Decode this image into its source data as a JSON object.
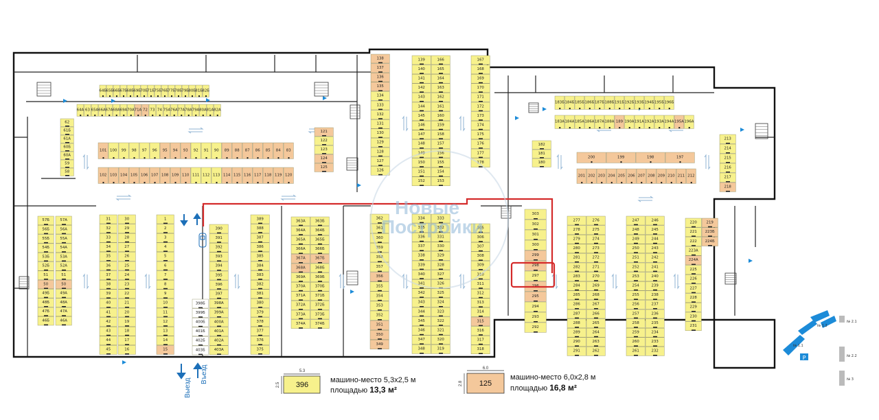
{
  "colors": {
    "small_spot": "#f7f18c",
    "large_spot": "#f4c89b",
    "wall": "#111111",
    "arrow": "#8fb3d3",
    "marker": "#1c8bd8",
    "highlight": "#d42a2a"
  },
  "entry_exit": {
    "exit": "Выезд",
    "entry": "Въезд"
  },
  "legend": {
    "small": {
      "width": "5.3",
      "depth": "2.5",
      "sample": "396",
      "desc": "машино-место 5,3х2,5 м",
      "area_prefix": "площадью",
      "area": "13,3 м²"
    },
    "large": {
      "width": "6.0",
      "depth": "2.8",
      "sample": "125",
      "desc": "машино-место 6,0х2,8 м",
      "area_prefix": "площадью",
      "area": "16,8 м²"
    }
  },
  "watermark": "Новые Постройки",
  "minimap_labels": [
    "Р",
    "№ 1.1",
    "№ 1.2",
    "№ 2.1",
    "№ 2.2",
    "№ 3"
  ],
  "spots": {
    "top_row_a": [
      "64Б",
      "65Б",
      "66Б",
      "67Б",
      "68Б",
      "69Б",
      "70Б",
      "71Б",
      "75Б",
      "76Б",
      "77Б",
      "78Б",
      "79Б",
      "80Б",
      "81Б",
      "82Б"
    ],
    "top_row_b": [
      "64А",
      "63",
      "65А",
      "66А",
      "67А",
      "68А",
      "69А",
      "70А",
      "71А",
      "72",
      "73",
      "74",
      "75А",
      "76А",
      "77А",
      "78А",
      "79А",
      "80А",
      "81А",
      "82А"
    ],
    "left_col": [
      "62",
      "61Б",
      "61А",
      "60Б",
      "60А",
      "59",
      "58"
    ],
    "mid_row_a": [
      "101",
      "100",
      "99",
      "98",
      "97",
      "96",
      "95",
      "94",
      "93",
      "92",
      "91",
      "90",
      "89",
      "88",
      "87",
      "86",
      "85",
      "84",
      "83"
    ],
    "mid_row_b": [
      "102",
      "103",
      "104",
      "105",
      "106",
      "107",
      "108",
      "109",
      "110",
      "111",
      "112",
      "113",
      "114",
      "115",
      "116",
      "117",
      "118",
      "119",
      "120"
    ],
    "col_121": [
      "121",
      "122",
      "123",
      "124",
      "125"
    ],
    "col_138": [
      "138",
      "137",
      "136",
      "135",
      "134",
      "133",
      "132",
      "131",
      "130",
      "129",
      "128",
      "127",
      "126"
    ],
    "col_139": [
      "139",
      "140",
      "141",
      "142",
      "143",
      "144",
      "145",
      "146",
      "147",
      "148",
      "149",
      "150",
      "151",
      "152"
    ],
    "col_166": [
      "166",
      "165",
      "164",
      "163",
      "162",
      "161",
      "160",
      "159",
      "158",
      "157",
      "156",
      "155",
      "154",
      "153"
    ],
    "col_167": [
      "167",
      "168",
      "169",
      "170",
      "171",
      "172",
      "173",
      "174",
      "175",
      "176",
      "177",
      "178"
    ],
    "right_row_a": [
      "183Б",
      "184Б",
      "185Б",
      "186Б",
      "187Б",
      "188Б",
      "191Б",
      "192Б",
      "193Б",
      "194Б",
      "195Б",
      "196Б"
    ],
    "right_row_b": [
      "183А",
      "184А",
      "185А",
      "186А",
      "187А",
      "188А",
      "189",
      "190А",
      "191А",
      "192А",
      "193А",
      "194А",
      "195А",
      "196А"
    ],
    "col_182": [
      "182",
      "181",
      "180"
    ],
    "row_200": [
      "200",
      "199",
      "198",
      "197"
    ],
    "row_201": [
      "201",
      "202",
      "203",
      "204",
      "205",
      "206",
      "207",
      "208",
      "209",
      "210",
      "211",
      "212"
    ],
    "col_213": [
      "213",
      "214",
      "215",
      "216",
      "217",
      "218"
    ],
    "col_57": [
      "57Б",
      "56Б",
      "55Б",
      "54Б",
      "53Б",
      "52Б",
      "51",
      "50",
      "49Б",
      "48Б",
      "47Б",
      "46Б"
    ],
    "col_57a": [
      "57А",
      "56А",
      "55А",
      "54А",
      "53А",
      "52А",
      "51",
      "50",
      "49А",
      "48А",
      "47А",
      "46А"
    ],
    "col_31": [
      "31",
      "32",
      "33",
      "34",
      "35",
      "36",
      "37",
      "38",
      "39",
      "40",
      "41",
      "42",
      "43",
      "44",
      "45"
    ],
    "col_30": [
      "30",
      "29",
      "28",
      "27",
      "26",
      "25",
      "24",
      "23",
      "22",
      "21",
      "20",
      "19",
      "18",
      "17",
      "16"
    ],
    "col_1": [
      "1",
      "2",
      "3",
      "4",
      "5",
      "6",
      "7",
      "8",
      "9",
      "10",
      "11",
      "12",
      "13",
      "14",
      "15"
    ],
    "col_390": [
      "390",
      "391",
      "392",
      "393",
      "394",
      "395",
      "396",
      "397",
      "398А",
      "399А",
      "400А",
      "401А",
      "402А",
      "403А"
    ],
    "col_398b": [
      "398Б",
      "399Б",
      "400Б",
      "401Б",
      "402Б",
      "403Б"
    ],
    "col_389": [
      "389",
      "388",
      "387",
      "386",
      "385",
      "384",
      "383",
      "382",
      "381",
      "380",
      "379",
      "378",
      "377",
      "376",
      "375"
    ],
    "col_363": [
      "363А",
      "364А",
      "365А",
      "366А",
      "367А",
      "368А",
      "369А",
      "370А",
      "371А",
      "372А",
      "373А",
      "374А"
    ],
    "col_363b": [
      "363Б",
      "364Б",
      "365Б",
      "366Б",
      "367Б",
      "368Б",
      "369Б",
      "370Б",
      "371Б",
      "372Б",
      "373Б",
      "374Б"
    ],
    "col_362": [
      "362",
      "361",
      "360",
      "359",
      "358",
      "357",
      "356",
      "355",
      "354",
      "353",
      "352",
      "351",
      "350",
      "349"
    ],
    "col_334": [
      "334",
      "335",
      "336",
      "337",
      "338",
      "339",
      "340",
      "341",
      "342",
      "343",
      "344",
      "345",
      "346",
      "347",
      "348"
    ],
    "col_333": [
      "333",
      "332",
      "331",
      "330",
      "329",
      "328",
      "327",
      "326",
      "325",
      "324",
      "323",
      "322",
      "321",
      "320",
      "319"
    ],
    "col_305": [
      "305",
      "306",
      "307",
      "308",
      "309",
      "310",
      "311",
      "312",
      "313",
      "314",
      "315",
      "316",
      "317",
      "318"
    ],
    "col_303": [
      "303",
      "302",
      "301",
      "300",
      "299",
      "298",
      "297",
      "296",
      "295",
      "294",
      "293",
      "292"
    ],
    "col_277": [
      "277",
      "278",
      "279",
      "280",
      "281",
      "282",
      "283",
      "284",
      "285",
      "286",
      "287",
      "288",
      "289",
      "290",
      "291"
    ],
    "col_276": [
      "276",
      "275",
      "274",
      "273",
      "272",
      "271",
      "270",
      "269",
      "268",
      "267",
      "266",
      "265",
      "264",
      "263",
      "262"
    ],
    "col_247": [
      "247",
      "248",
      "249",
      "250",
      "251",
      "252",
      "253",
      "254",
      "255",
      "256",
      "257",
      "258",
      "259",
      "260",
      "261"
    ],
    "col_246": [
      "246",
      "245",
      "244",
      "243",
      "242",
      "241",
      "240",
      "239",
      "238",
      "237",
      "236",
      "235",
      "234",
      "233",
      "232"
    ],
    "col_220": [
      "220",
      "221",
      "222",
      "223А",
      "224А",
      "225",
      "226",
      "227",
      "228",
      "229",
      "230",
      "231"
    ],
    "col_219": [
      "219",
      "223Б",
      "224Б"
    ]
  }
}
